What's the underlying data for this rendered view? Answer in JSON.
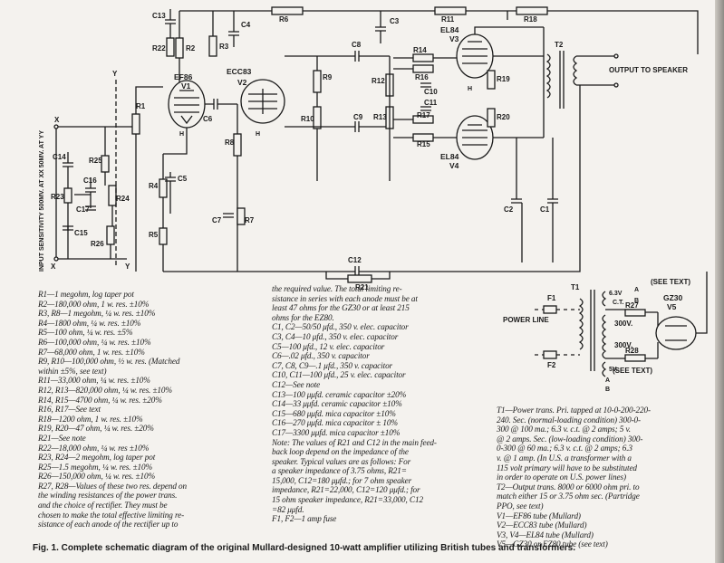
{
  "figure": {
    "caption": "Fig. 1. Complete schematic diagram of the original Mullard-designed 10-watt amplifier utilizing British tubes and transformers."
  },
  "schematic": {
    "input_label": "INPUT SENSITIVITY 500MV. AT XX 50MV. AT YY",
    "output_label": "OUTPUT TO SPEAKER",
    "power_line_label": "POWER LINE",
    "see_text_upper": "(SEE TEXT)",
    "see_text_lower": "(SEE TEXT)",
    "tubes": {
      "v1": {
        "type": "EF86",
        "ref": "V1"
      },
      "v2": {
        "type": "ECC83",
        "ref": "V2"
      },
      "v3": {
        "type": "EL84",
        "ref": "V3"
      },
      "v4": {
        "type": "EL84",
        "ref": "V4"
      },
      "v5": {
        "type": "GZ30",
        "ref": "V5"
      }
    },
    "transformers": {
      "t1": "T1",
      "t2": "T2"
    },
    "fuses": {
      "f1": "F1",
      "f2": "F2"
    },
    "secondary_voltages": {
      "a": "6.3V",
      "b": "300V.",
      "c": "300V.",
      "d": "5V.",
      "ct": "C.T."
    },
    "markers": {
      "x": "X",
      "y": "Y",
      "a": "A",
      "b": "B",
      "heater": "H"
    },
    "resistors": {
      "r1": "R1",
      "r2": "R2",
      "r3": "R3",
      "r4": "R4",
      "r5": "R5",
      "r6": "R6",
      "r7": "R7",
      "r8": "R8",
      "r9": "R9",
      "r10": "R10",
      "r11": "R11",
      "r12": "R12",
      "r13": "R13",
      "r14": "R14",
      "r15": "R15",
      "r16": "R16",
      "r17": "R17",
      "r18": "R18",
      "r19": "R19",
      "r20": "R20",
      "r21": "R21",
      "r22": "R22",
      "r23": "R23",
      "r24": "R24",
      "r25": "R25",
      "r26": "R26",
      "r27": "R27",
      "r28": "R28"
    },
    "capacitors": {
      "c1": "C1",
      "c2": "C2",
      "c3": "C3",
      "c4": "C4",
      "c5": "C5",
      "c6": "C6",
      "c7": "C7",
      "c8": "C8",
      "c9": "C9",
      "c10": "C10",
      "c11": "C11",
      "c12": "C12",
      "c13": "C13",
      "c14": "C14",
      "c15": "C15",
      "c16": "C16",
      "c17": "C17"
    }
  },
  "parts_list": {
    "left": [
      "R1—1 megohm, log taper pot",
      "R2—180,000 ohm, 1 w. res. ±10%",
      "R3, R8—1 megohm, ¼ w. res. ±10%",
      "R4—1800 ohm, ¼ w. res. ±10%",
      "R5—100 ohm, ¼ w. res. ±5%",
      "R6—100,000 ohm, ¼ w. res. ±10%",
      "R7—68,000 ohm, 1 w. res. ±10%",
      "R9, R10—100,000 ohm, ½ w. res. (Matched",
      "   within ±5%, see text)",
      "R11—33,000 ohm, ¼ w. res. ±10%",
      "R12, R13—820,000 ohm, ¼ w. res. ±10%",
      "R14, R15—4700 ohm, ¼ w. res. ±20%",
      "R16, R17—See text",
      "R18—1200 ohm, 1 w. res. ±10%",
      "R19, R20—47 ohm, ¼ w. res. ±20%",
      "R21—See note",
      "R22—18,000 ohm, ¼ w. res ±10%",
      "R23, R24—2 megohm, log taper pot",
      "R25—1.5 megohm, ¼ w. res. ±10%",
      "R26—150,000 ohm, ¼ w. res. ±10%",
      "R27, R28—Values of these two res. depend on",
      "   the winding resistances of the power trans.",
      "   and the choice of rectifier. They must be",
      "   chosen to make the total effective limiting re-",
      "   sistance of each anode of the rectifier up to"
    ],
    "middle": [
      "   the required value. The total limiting re-",
      "   sistance in series with each anode must be at",
      "   least 47 ohms for the GZ30 or at least 215",
      "   ohms for the EZ80.",
      "C1, C2—50/50 μfd., 350 v. elec. capacitor",
      "C3, C4—10 μfd., 350 v. elec. capacitor",
      "C5—100 μfd., 12 v. elec. capacitor",
      "C6—.02 μfd., 350 v. capacitor",
      "C7, C8, C9—.1 μfd., 350 v. capacitor",
      "C10, C11—100 μfd., 25 v. elec. capacitor",
      "C12—See note",
      "C13—100 μμfd. ceramic capacitor ±20%",
      "C14—33 μμfd. ceramic capacitor ±10%",
      "C15—680 μμfd. mica capacitor ±10%",
      "C16—270 μμfd. mica capacitor ± 10%",
      "C17—3300 μμfd. mica capacitor ±10%",
      "Note: The values of R21 and C12 in the main feed-",
      "   back loop depend on the impedance of the",
      "   speaker. Typical values are as follows: For",
      "   a speaker impedance of 3.75 ohms, R21=",
      "   15,000, C12=180 μμfd.; for 7 ohm speaker",
      "   impedance, R21=22,000, C12=120 μμfd.; for",
      "   15 ohm speaker impedance, R21=33,000, C12",
      "   =82 μμfd.",
      "F1, F2—1 amp fuse"
    ],
    "right": [
      "T1—Power trans. Pri. tapped at 10-0-200-220-",
      "   240. Sec. (normal-loading condition) 300-0-",
      "   300 @ 100 ma.; 6.3 v. c.t. @ 2 amps; 5 v.",
      "   @ 2 amps. Sec. (low-loading condition) 300-",
      "   0-300 @ 60 ma.; 6.3 v. c.t. @ 2 amps; 6.3",
      "   v. @ 1 amp. (In U.S. a transformer with a",
      "   115 volt primary will have to be substituted",
      "   in order to operate on U.S. power lines)",
      "T2—Output trans. 8000 or 6000 ohm pri. to",
      "   match either 15 or 3.75 ohm sec. (Partridge",
      "   PPO, see text)",
      "V1—EF86 tube (Mullard)",
      "V2—ECC83 tube (Mullard)",
      "V3, V4—EL84 tube (Mullard)",
      "V5—GZ30 or EZ80 tube (see text)"
    ]
  }
}
